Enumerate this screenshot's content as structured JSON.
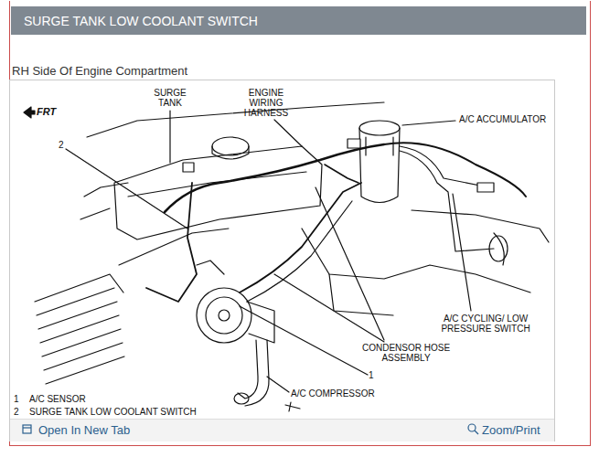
{
  "diagram": {
    "title": "SURGE TANK LOW COOLANT SWITCH",
    "caption": "RH Side Of Engine Compartment",
    "labels": [
      "FRT",
      "SURGE TANK",
      "ENGINE WIRING HARNESS",
      "A/C ACCUMULATOR",
      "2",
      "A/C CYCLING/ LOW PRESSURE SWITCH",
      "CONDENSOR HOSE ASSEMBLY",
      "1",
      "A/C COMPRESSOR",
      "1",
      "A/C SENSOR",
      "2",
      "SURGE TANK LOW COOLANT SWITCH",
      "Open In New Tab",
      "Zoom/Print"
    ]
  }
}
